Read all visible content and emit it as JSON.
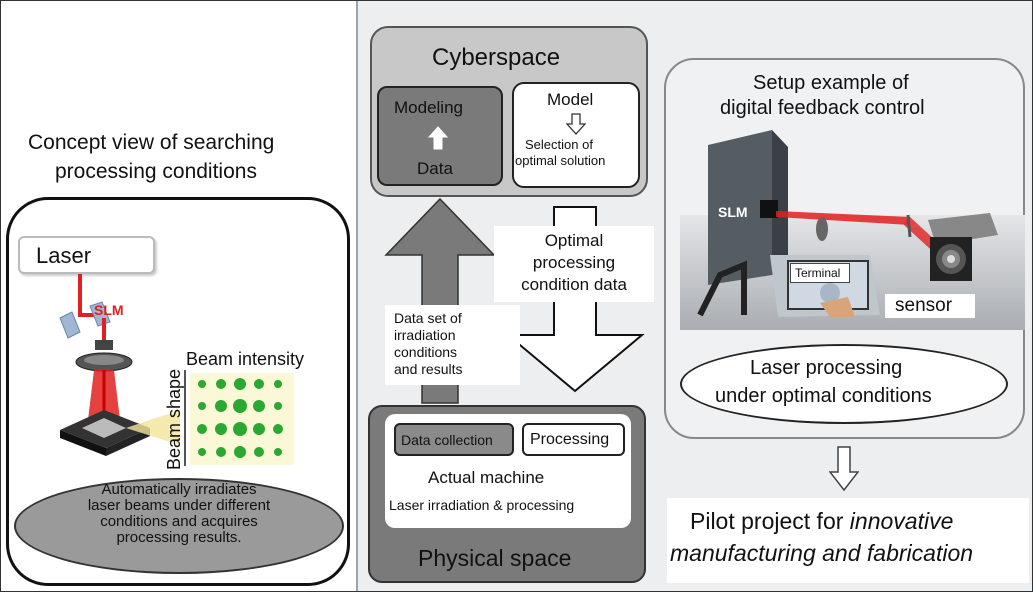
{
  "left": {
    "title_line1": "Concept view of searching",
    "title_line2": "processing conditions",
    "laser_label": "Laser",
    "slm_label": "SLM",
    "beam_intensity_label": "Beam intensity",
    "beam_shape_label": "Beam shape",
    "ellipse_lines": [
      "Automatically irradiates",
      "laser beams under different",
      "conditions and acquires",
      "processing results."
    ]
  },
  "cyberspace": {
    "title": "Cyberspace",
    "modeling": "Modeling",
    "data": "Data",
    "model": "Model",
    "selection_line1": "Selection of",
    "selection_line2": "optimal solution"
  },
  "arrows": {
    "up_label_lines": [
      "Data set of",
      "irradiation",
      "conditions",
      "and results"
    ],
    "down_label_lines": [
      "Optimal",
      "processing",
      "condition data"
    ]
  },
  "physical": {
    "title": "Physical space",
    "data_collection": "Data collection",
    "processing": "Processing",
    "actual_machine": "Actual machine",
    "laser_irradiation": "Laser irradiation & processing"
  },
  "setup": {
    "title_line1": "Setup example of",
    "title_line2": "digital feedback control",
    "slm_label": "SLM",
    "terminal_label": "Terminal",
    "sensor_label": "sensor",
    "ellipse_line1": "Laser processing",
    "ellipse_line2": "under optimal conditions"
  },
  "pilot": {
    "line1_plain": "Pilot project for ",
    "line1_italic": "innovative",
    "line2_italic": "manufacturing  and fabrication"
  },
  "colors": {
    "laser_red": "#e02020",
    "dot_green": "#2aa830",
    "dark_gray": "#7a7a7a",
    "box_gray": "#c8c8c8",
    "background": "#eceef0"
  }
}
